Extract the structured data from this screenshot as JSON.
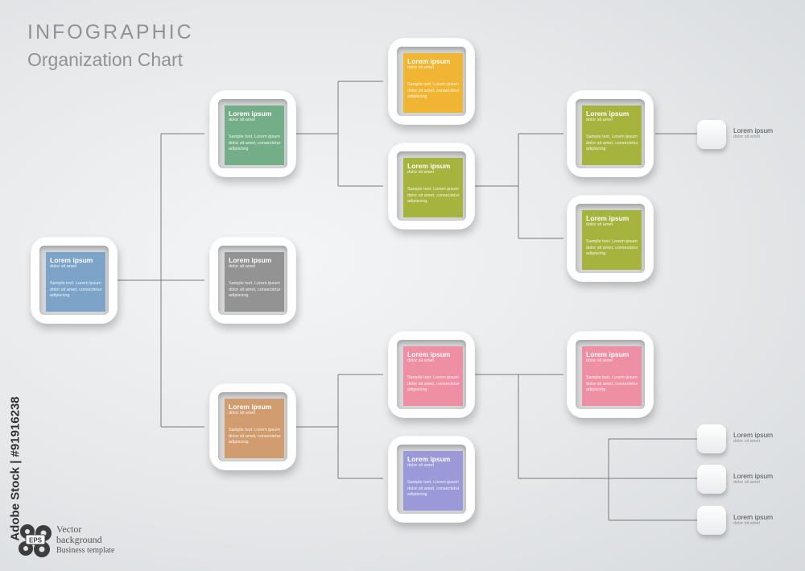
{
  "header": {
    "title": "INFOGRAPHIC",
    "subtitle": "Organization Chart"
  },
  "colors": {
    "blue": "#7ba4c8",
    "green": "#74ae88",
    "gray": "#939393",
    "orange": "#f0b532",
    "olive": "#a6b43e",
    "brown": "#d19d6f",
    "pink": "#ee8fa3",
    "lavender": "#9b9ad8",
    "connector": "#777b7e"
  },
  "nodes": [
    {
      "title": "Lorem ipsum",
      "sub": "dolor sit amet",
      "body": "Sample text. Lorem ipsum dolor sit amet, consectetur adipiscing",
      "color": "#7ba4c8"
    },
    {
      "title": "Lorem ipsum",
      "sub": "dolor sit amet",
      "body": "Sample text. Lorem ipsum dolor sit amet, consectetur adipiscing",
      "color": "#74ae88"
    },
    {
      "title": "Lorem ipsum",
      "sub": "dolor sit amet",
      "body": "Sample text. Lorem ipsum dolor sit amet, consectetur adipiscing",
      "color": "#939393"
    },
    {
      "title": "Lorem ipsum",
      "sub": "dolor sit amet",
      "body": "Sample text. Lorem ipsum dolor sit amet, consectetur adipiscing",
      "color": "#d19d6f"
    },
    {
      "title": "Lorem ipsum",
      "sub": "dolor sit amet",
      "body": "Sample text. Lorem ipsum dolor sit amet, consectetur adipiscing",
      "color": "#f0b532"
    },
    {
      "title": "Lorem ipsum",
      "sub": "dolor sit amet",
      "body": "Sample text. Lorem ipsum dolor sit amet, consectetur adipiscing",
      "color": "#a6b43e"
    },
    {
      "title": "Lorem ipsum",
      "sub": "dolor sit amet",
      "body": "Sample text. Lorem ipsum dolor sit amet, consectetur adipiscing",
      "color": "#ee8fa3"
    },
    {
      "title": "Lorem ipsum",
      "sub": "dolor sit amet",
      "body": "Sample text. Lorem ipsum dolor sit amet, consectetur adipiscing",
      "color": "#9b9ad8"
    },
    {
      "title": "Lorem ipsum",
      "sub": "dolor sit amet",
      "body": "Sample text. Lorem ipsum dolor sit amet, consectetur adipiscing",
      "color": "#a6b43e"
    },
    {
      "title": "Lorem ipsum",
      "sub": "dolor sit amet",
      "body": "Sample text. Lorem ipsum dolor sit amet, consectetur adipiscing",
      "color": "#a6b43e"
    },
    {
      "title": "Lorem ipsum",
      "sub": "dolor sit amet",
      "body": "Sample text. Lorem ipsum dolor sit amet, consectetur adipiscing",
      "color": "#ee8fa3"
    }
  ],
  "leaves": [
    {
      "title": "Lorem ipsum",
      "sub": "dolor sit amet"
    },
    {
      "title": "Lorem ipsum",
      "sub": "dolor sit amet"
    },
    {
      "title": "Lorem ipsum",
      "sub": "dolor sit amet"
    },
    {
      "title": "Lorem ipsum",
      "sub": "dolor sit amet"
    }
  ],
  "stock_id": "Adobe Stock | #91916238",
  "badge": {
    "icon_label": "EPS",
    "line1": "Vector",
    "line2": "background",
    "line3": "Business template"
  }
}
